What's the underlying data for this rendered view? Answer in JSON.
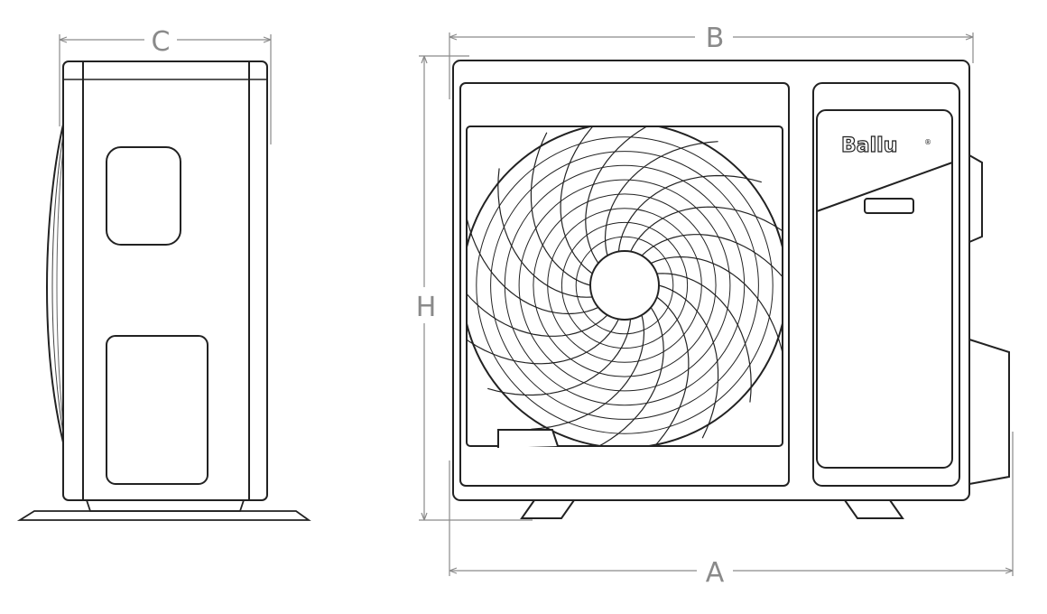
{
  "dimensions": {
    "a": "A",
    "b": "B",
    "c": "C",
    "h": "H"
  },
  "brand": {
    "logo": "Ballu",
    "mark": "®"
  },
  "colors": {
    "line": "#222222",
    "dimension": "#8a8a8a",
    "background": "#ffffff"
  },
  "fan": {
    "spokes": 18,
    "rings": 8
  }
}
